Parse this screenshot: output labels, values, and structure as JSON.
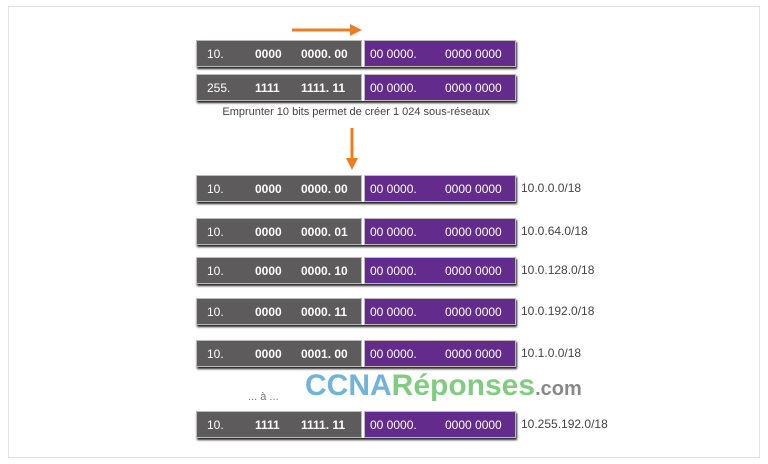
{
  "top_rows": [
    {
      "octet1": "10.",
      "bits_a": "0000",
      "bits_b": "0000. 00",
      "host_a": "00 0000.",
      "host_b": "0000 0000"
    },
    {
      "octet1": "255.",
      "bits_a": "1111",
      "bits_b": "1111. 11",
      "host_a": "00 0000.",
      "host_b": "0000 0000"
    }
  ],
  "caption": "Emprunter 10 bits permet de créer 1 024 sous-réseaux",
  "subnets": [
    {
      "octet1": "10.",
      "bits_a": "0000",
      "bits_b": "0000. 00",
      "host_a": "00 0000.",
      "host_b": "0000 0000",
      "label": "10.0.0.0/18"
    },
    {
      "octet1": "10.",
      "bits_a": "0000",
      "bits_b": "0000. 01",
      "host_a": "00 0000.",
      "host_b": "0000 0000",
      "label": "10.0.64.0/18"
    },
    {
      "octet1": "10.",
      "bits_a": "0000",
      "bits_b": "0000. 10",
      "host_a": "00 0000.",
      "host_b": "0000 0000",
      "label": "10.0.128.0/18"
    },
    {
      "octet1": "10.",
      "bits_a": "0000",
      "bits_b": "0000. 11",
      "host_a": "00 0000.",
      "host_b": "0000 0000",
      "label": "10.0.192.0/18"
    },
    {
      "octet1": "10.",
      "bits_a": "0000",
      "bits_b": "0001. 00",
      "host_a": "00 0000.",
      "host_b": "0000 0000",
      "label": "10.1.0.0/18"
    },
    {
      "octet1": "10.",
      "bits_a": "1111",
      "bits_b": "1111. 11",
      "host_a": "00 0000.",
      "host_b": "0000 0000",
      "label": "10.255.192.0/18"
    }
  ],
  "ellipsis": "... à ...",
  "watermark": {
    "part1": "CCNA",
    "part2": "Réponses",
    "part3": ".com"
  },
  "colors": {
    "network": "#5d5b5b",
    "host": "#622b8c",
    "arrow": "#f07c22"
  }
}
